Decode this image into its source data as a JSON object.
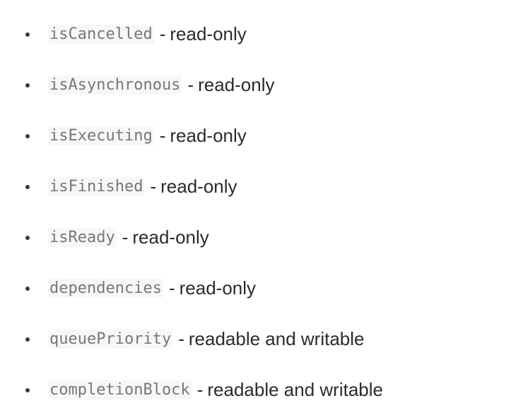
{
  "properties": [
    {
      "name": "isCancelled",
      "separator": "-",
      "access": "read-only"
    },
    {
      "name": "isAsynchronous",
      "separator": "-",
      "access": "read-only"
    },
    {
      "name": "isExecuting",
      "separator": "-",
      "access": "read-only"
    },
    {
      "name": "isFinished",
      "separator": "-",
      "access": "read-only"
    },
    {
      "name": "isReady",
      "separator": "-",
      "access": "read-only"
    },
    {
      "name": "dependencies",
      "separator": "-",
      "access": "read-only"
    },
    {
      "name": "queuePriority",
      "separator": "-",
      "access": "readable and writable"
    },
    {
      "name": "completionBlock",
      "separator": "-",
      "access": "readable and writable"
    }
  ]
}
